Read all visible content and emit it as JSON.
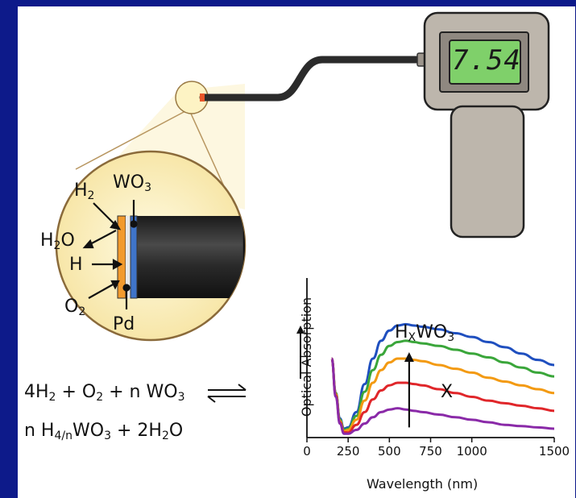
{
  "meter": {
    "reading": "7.54"
  },
  "labels": {
    "h2": "H",
    "h2_sub": "2",
    "wo3": "WO",
    "wo3_sub": "3",
    "h2o": "H",
    "h2o_sub": "2",
    "h2o_tail": "O",
    "h": "H",
    "o2": "O",
    "o2_sub": "2",
    "pd": "Pd"
  },
  "equation": {
    "line1": [
      "4H",
      "2",
      " + O",
      "2",
      " + n WO",
      "3"
    ],
    "line2": [
      "n H",
      "4/n",
      "WO",
      "3",
      " + 2H",
      "2",
      "O"
    ],
    "equilibrium_symbol": "⇌"
  },
  "chart_data": {
    "type": "line",
    "xlabel": "Wavelength (nm)",
    "ylabel": "Optical Absorption",
    "xlim": [
      0,
      1500
    ],
    "xticks": [
      "0",
      "250",
      "500",
      "750",
      "1000",
      "1500"
    ],
    "xtick_values": [
      0,
      250,
      500,
      750,
      1000,
      1500
    ],
    "yticks": [],
    "grid": false,
    "legend": "none",
    "annotations": {
      "curve_label_main": "H",
      "curve_label_sub": "X",
      "curve_label_tail": "WO",
      "curve_label_tail_sub": "3",
      "arrow_label": "X"
    },
    "x": [
      150,
      175,
      200,
      225,
      250,
      300,
      350,
      400,
      450,
      500,
      550,
      600,
      650,
      700,
      800,
      900,
      1000,
      1100,
      1200,
      1300,
      1400,
      1500
    ],
    "series": [
      {
        "color": "#1f4fbf",
        "values": [
          0.62,
          0.35,
          0.15,
          0.07,
          0.08,
          0.2,
          0.42,
          0.62,
          0.76,
          0.84,
          0.88,
          0.89,
          0.88,
          0.87,
          0.85,
          0.82,
          0.79,
          0.75,
          0.71,
          0.66,
          0.61,
          0.57
        ]
      },
      {
        "color": "#3aa63a",
        "values": [
          0.62,
          0.35,
          0.14,
          0.06,
          0.07,
          0.17,
          0.36,
          0.53,
          0.65,
          0.72,
          0.75,
          0.76,
          0.75,
          0.74,
          0.72,
          0.69,
          0.66,
          0.63,
          0.59,
          0.55,
          0.51,
          0.48
        ]
      },
      {
        "color": "#f39a12",
        "values": [
          0.62,
          0.34,
          0.13,
          0.05,
          0.06,
          0.14,
          0.29,
          0.43,
          0.53,
          0.59,
          0.62,
          0.62,
          0.61,
          0.6,
          0.57,
          0.54,
          0.51,
          0.47,
          0.44,
          0.41,
          0.38,
          0.35
        ]
      },
      {
        "color": "#e0262a",
        "values": [
          0.62,
          0.33,
          0.12,
          0.04,
          0.04,
          0.1,
          0.2,
          0.3,
          0.37,
          0.41,
          0.43,
          0.43,
          0.42,
          0.41,
          0.38,
          0.35,
          0.32,
          0.29,
          0.27,
          0.25,
          0.23,
          0.21
        ]
      },
      {
        "color": "#8a2aa8",
        "values": [
          0.62,
          0.32,
          0.11,
          0.03,
          0.03,
          0.06,
          0.11,
          0.16,
          0.2,
          0.22,
          0.23,
          0.22,
          0.21,
          0.2,
          0.18,
          0.16,
          0.14,
          0.12,
          0.1,
          0.09,
          0.08,
          0.07
        ]
      }
    ]
  },
  "colors": {
    "border": "#0d1a8a",
    "fiber": "#2b2b2b",
    "pd_layer": "#f29a2e",
    "wo3_layer": "#3f74c9",
    "zoom_fill": "#fdf3c4",
    "zoom_stroke": "#9a7a45",
    "meter_body": "#bdb6ac",
    "lcd": "#7fd06a"
  }
}
